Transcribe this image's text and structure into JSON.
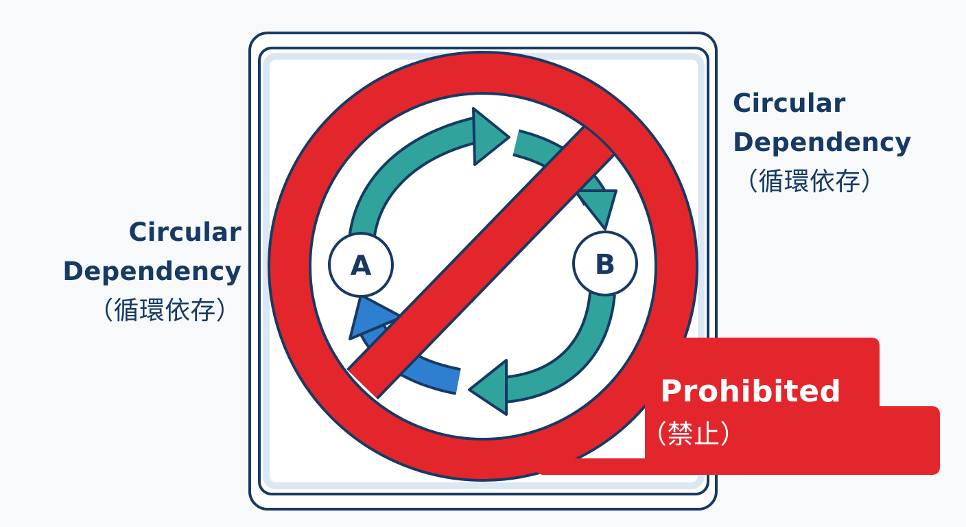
{
  "left_label": {
    "line1": "Circular",
    "line2": "Dependency",
    "line3": "（循環依存）"
  },
  "right_label": {
    "line1": "Circular",
    "line2": "Dependency",
    "line3": "（循環依存）"
  },
  "nodes": {
    "a": "A",
    "b": "B"
  },
  "banner": {
    "line1": "Prohibited",
    "line2": "（禁止）"
  },
  "colors": {
    "prohibition_red": "#e3262c",
    "frame_navy": "#163a63",
    "arrow_teal": "#2fa39c",
    "arrow_blue": "#2f7fd0",
    "frame_fill": "#ffffff",
    "frame_inner": "#e4eef6"
  },
  "icons": {
    "prohibition": "no-entry-sign",
    "cycle": "circular-arrows"
  }
}
